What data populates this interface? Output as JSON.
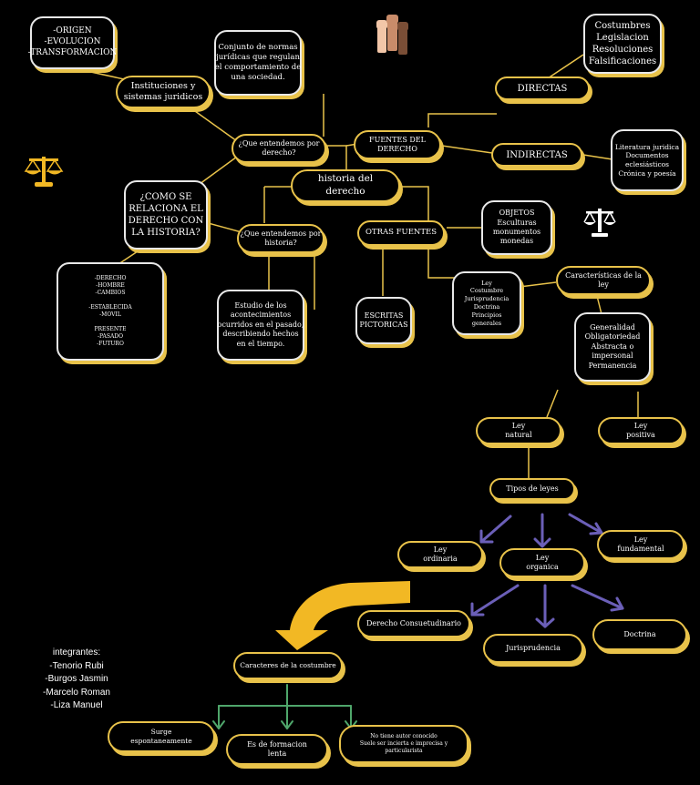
{
  "nodes": {
    "origen": [
      "-ORIGEN",
      "-EVOLUCION",
      "-TRANSFORMACION"
    ],
    "conjunto": [
      "Conjunto de normas",
      "jurídicas que regulan",
      "el comportamiento de",
      "una sociedad."
    ],
    "costumbres": [
      "Costumbres",
      "Legislacion",
      "Resoluciones",
      "Falsificaciones"
    ],
    "instituciones": [
      "Instituciones y",
      "sistemas juridicos"
    ],
    "directas": "DIRECTAS",
    "que_derecho": [
      "¿Que entendemos por",
      "derecho?"
    ],
    "fuentes": [
      "FUENTES DEL",
      "DERECHO"
    ],
    "indirectas": "INDIRECTAS",
    "literatura": [
      "Literatura juridica",
      "Documentos",
      "eclesiásticos",
      "Crónica y poesía"
    ],
    "como_relaciona": [
      "¿COMO SE",
      "RELACIONA EL",
      "DERECHO CON",
      "LA HISTORIA?"
    ],
    "historia": [
      "historia del",
      "derecho"
    ],
    "que_historia": [
      "¿Que entendemos por",
      "historia?"
    ],
    "otras_fuentes": "OTRAS FUENTES",
    "objetos": [
      "OBJETOS",
      "Esculturas",
      "monumentos",
      "monedas"
    ],
    "derecho_list": [
      "-DERECHO",
      "-HOMBRE",
      "-CAMBIOS",
      "",
      "-ESTABLECIDA",
      "-MOVIL",
      "",
      "PRESENTE",
      "-PASADO",
      "-FUTURO"
    ],
    "ley_list": [
      "Ley",
      "Costumbre",
      "Jurisprudencia",
      "Doctrina",
      "Principios",
      "generales"
    ],
    "caracteristicas_ley": [
      "Características de la",
      "ley"
    ],
    "estudio": [
      "Estudio de los",
      "acontecimientos",
      "ocurridos en el pasado,",
      "describiendo hechos",
      "en el tiempo."
    ],
    "escritas": [
      "ESCRITAS",
      "PICTORICAS"
    ],
    "generalidad": [
      "Generalidad",
      "Obligatoriedad",
      "Abstracta o",
      "impersonal",
      "Permanencia"
    ],
    "ley_natural": [
      "Ley",
      "natural"
    ],
    "ley_positiva": [
      "Ley",
      "positiva"
    ],
    "tipos": "Tipos de leyes",
    "ley_ordinaria": [
      "Ley",
      "ordinaria"
    ],
    "ley_organica": [
      "Ley",
      "organica"
    ],
    "ley_fundamental": [
      "Ley",
      "fundamental"
    ],
    "consuetudinario": "Derecho Consuetudinario",
    "jurisprudencia": "Jurisprudencia",
    "doctrina": "Doctrina",
    "caracteres": "Caracteres de la costumbre",
    "surge": [
      "Surge",
      "espontaneamente"
    ],
    "formacion": [
      "Es de formacion",
      "lenta"
    ],
    "autor": [
      "No tiene autor conocido",
      "Suele ser incierta e imprecisa y",
      "particularista"
    ]
  },
  "integrantes": [
    "integrantes:",
    "-Tenorio  Rubi",
    "-Burgos Jasmin",
    "-Marcelo Roman",
    "-Liza Manuel"
  ],
  "icons": [
    "protest-fists-icon",
    "scales-icon",
    "justice-scale-icon"
  ],
  "colors": {
    "border": "#e8c24a",
    "arrows_purple": "#6b5fb8",
    "arrows_green": "#4fa66b",
    "big_arrow": "#f2b824"
  }
}
